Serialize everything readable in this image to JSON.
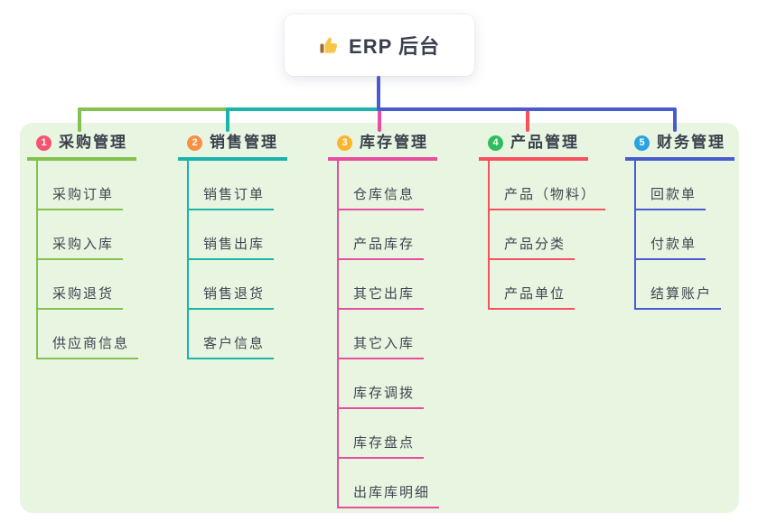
{
  "root": {
    "label": "ERP 后台",
    "icon": "thumbs-up-icon",
    "line_color": "#4a5bd0"
  },
  "theme": {
    "page_bg": "#ffffff",
    "panel_bg": "#e8f5e1",
    "root_text": "#3a414e",
    "node_text": "#3e4650"
  },
  "branches": [
    {
      "number": "1",
      "label": "采购管理",
      "badge_color": "#f4546d",
      "line_color": "#85c14f",
      "items": [
        "采购订单",
        "采购入库",
        "采购退货",
        "供应商信息"
      ]
    },
    {
      "number": "2",
      "label": "销售管理",
      "badge_color": "#fb8f41",
      "line_color": "#1ab5aa",
      "items": [
        "销售订单",
        "销售出库",
        "销售退货",
        "客户信息"
      ]
    },
    {
      "number": "3",
      "label": "库存管理",
      "badge_color": "#fdb62c",
      "line_color": "#ea4d9f",
      "items": [
        "仓库信息",
        "产品库存",
        "其它出库",
        "其它入库",
        "库存调拨",
        "库存盘点",
        "出库库明细"
      ]
    },
    {
      "number": "4",
      "label": "产品管理",
      "badge_color": "#2ebd5c",
      "line_color": "#f8505f",
      "items": [
        "产品（物料）",
        "产品分类",
        "产品单位"
      ]
    },
    {
      "number": "5",
      "label": "财务管理",
      "badge_color": "#2ba3e0",
      "line_color": "#4a5bd0",
      "items": [
        "回款单",
        "付款单",
        "结算账户"
      ]
    }
  ]
}
